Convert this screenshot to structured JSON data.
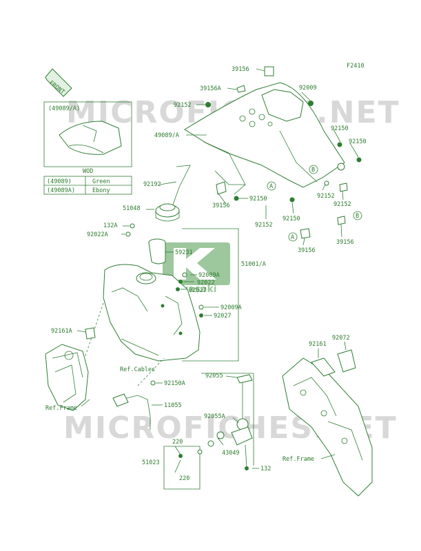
{
  "diagram_code": "F2410",
  "front_label": "FRONT",
  "watermark": "MICROFICHES.NET",
  "brand_logo_text": "Kawasaki",
  "inset": {
    "title": "(49089/A)",
    "table_header": "WOD",
    "rows": [
      {
        "part": "(49089)",
        "color": "Green"
      },
      {
        "part": "(49089A)",
        "color": "Ebony"
      }
    ]
  },
  "callouts": {
    "c39156": "39156",
    "c39156A": "39156A",
    "c92152": "92152",
    "c92009": "92009",
    "c49089A": "49089/A",
    "c92150": "92150",
    "c92192": "92192",
    "c51048": "51048",
    "c132A": "132A",
    "c92022A": "92022A",
    "c59231": "59231",
    "c51001A": "51001/A",
    "c92009A": "92009A",
    "c92022": "92022",
    "c92027": "92027",
    "c92161A": "92161A",
    "c92161": "92161",
    "c92072": "92072",
    "c92150A": "92150A",
    "c11055": "11055",
    "c92055": "92055",
    "c92055A": "92055A",
    "c43049": "43049",
    "c220": "220",
    "c51023": "51023",
    "c132": "132",
    "refCables": "Ref.Cables",
    "refFrame": "Ref.Frame",
    "markA": "A",
    "markB": "B"
  }
}
